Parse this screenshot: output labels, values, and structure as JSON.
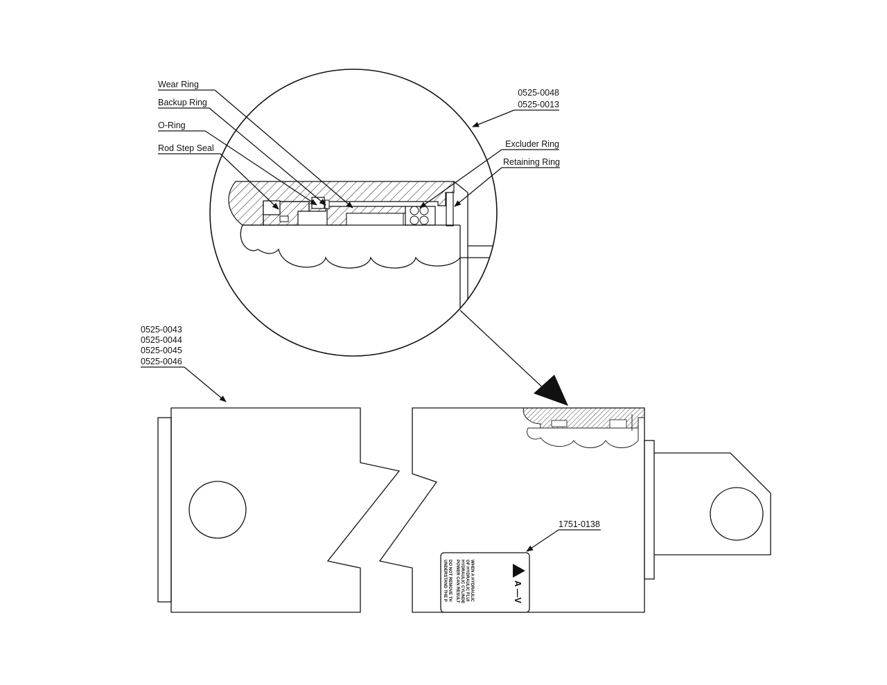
{
  "callouts": {
    "wear_ring": "Wear Ring",
    "backup_ring": "Backup Ring",
    "o_ring": "O-Ring",
    "rod_step_seal": "Rod Step Seal",
    "excluder_ring": "Excluder Ring",
    "retaining_ring": "Retaining Ring",
    "detail_parts": [
      "0525-0048",
      "0525-0013"
    ],
    "cylinder_parts": [
      "0525-0043",
      "0525-0044",
      "0525-0045",
      "0525-0046"
    ],
    "decal_part": "1751-0138"
  },
  "decal": {
    "header": "A —V",
    "lines": [
      "WHEN A HYDRAULIC",
      "OF HYDRAULIC FLUI",
      "HYDRAULIC CYLINDE",
      "POWER CAN RESULT",
      "DO NOT REMOVE TH",
      "UNDERSTAND THE P"
    ]
  }
}
